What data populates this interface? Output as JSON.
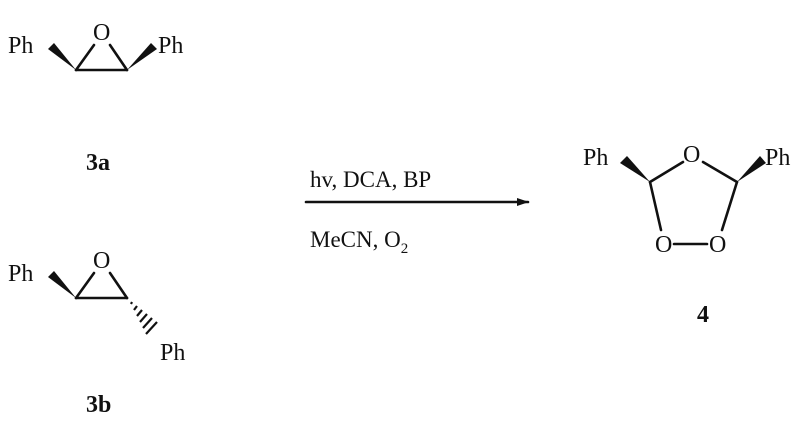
{
  "compounds": {
    "cis_epoxide": {
      "label": "3a",
      "left_substituent": "Ph",
      "right_substituent": "Ph",
      "ring_atom": "O"
    },
    "trans_epoxide": {
      "label": "3b",
      "left_substituent": "Ph",
      "right_substituent": "Ph",
      "ring_atom": "O"
    },
    "ozonide": {
      "label": "4",
      "left_substituent": "Ph",
      "right_substituent": "Ph",
      "ring_atom_top": "O",
      "ring_atom_bottom_left": "O",
      "ring_atom_bottom_right": "O"
    }
  },
  "reaction": {
    "conditions_above": "hv, DCA, BP",
    "conditions_below_main": "MeCN, O",
    "conditions_below_subscript": "2"
  },
  "colors": {
    "ink": "#111111",
    "background": "#ffffff"
  }
}
